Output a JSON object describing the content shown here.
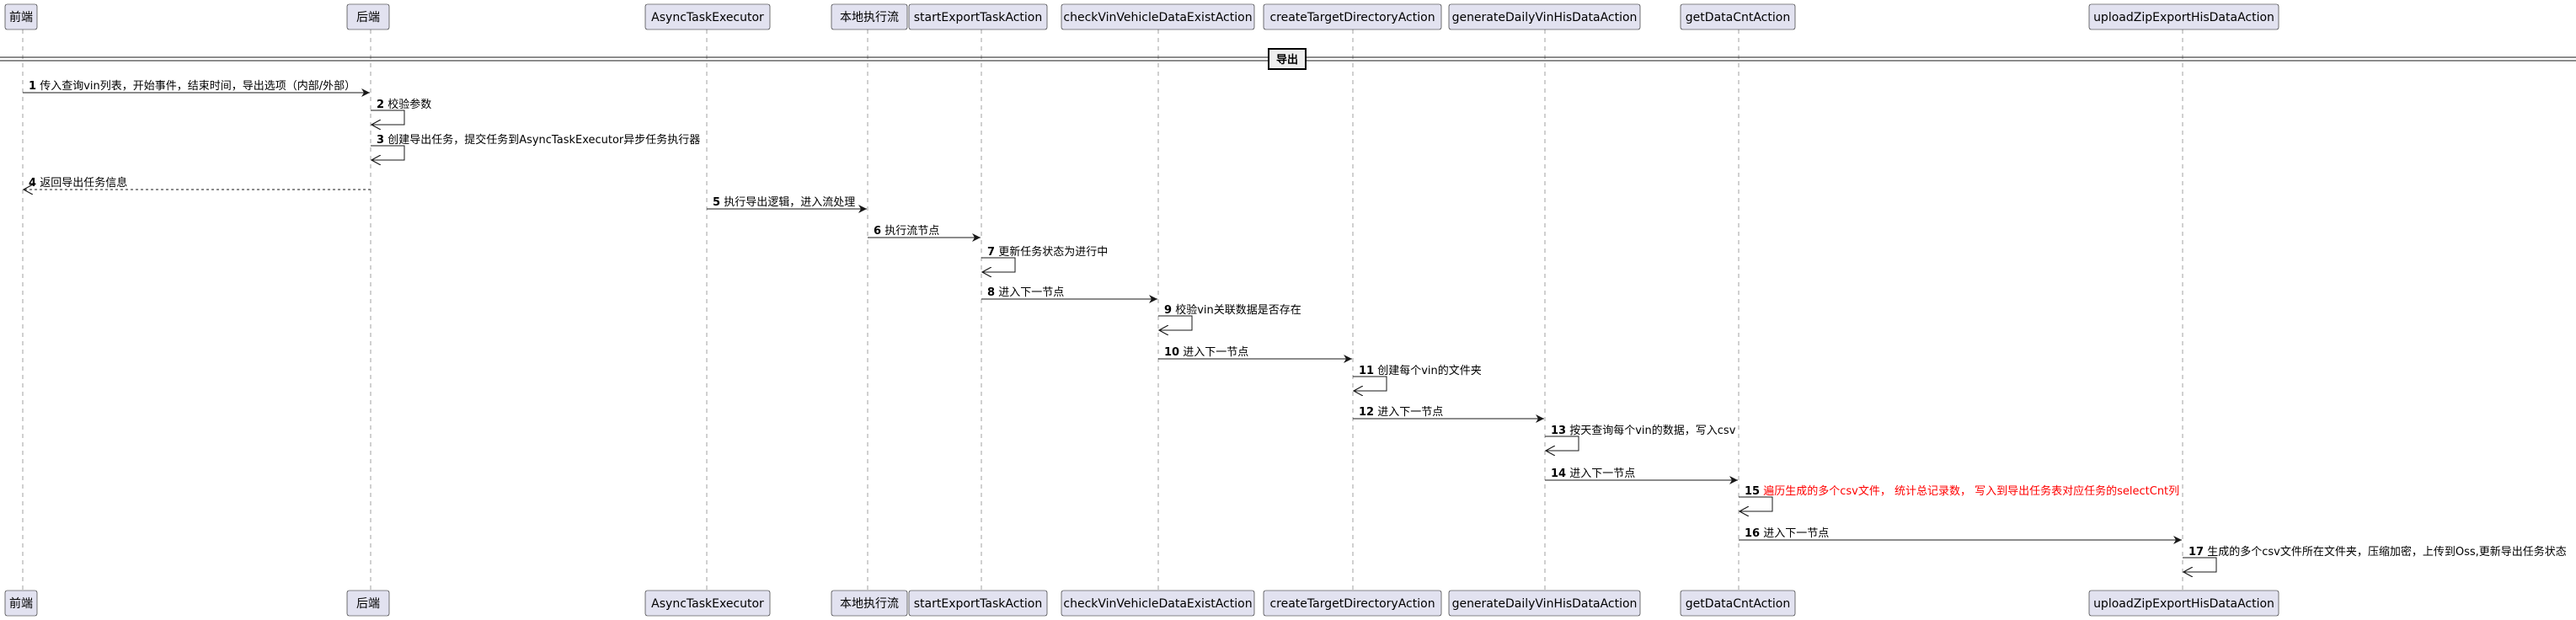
{
  "colors": {
    "participant_fill": "#E2E2F0",
    "participant_border": "#181818",
    "lifeline": "#A0A0A0",
    "message": "#181818",
    "highlight_text": "#FF0000"
  },
  "participants": [
    "前端",
    "后端",
    "AsyncTaskExecutor",
    "本地执行流",
    "startExportTaskAction",
    "checkVinVehicleDataExistAction",
    "createTargetDirectoryAction",
    "generateDailyVinHisDataAction",
    "getDataCntAction",
    "uploadZipExportHisDataAction"
  ],
  "group_label": "导出",
  "messages": [
    {
      "num": "1",
      "text": "传入查询vin列表，开始事件，结束时间，导出选项（内部/外部）",
      "from": 0,
      "to": 1,
      "style": "solid"
    },
    {
      "num": "2",
      "text": "校验参数",
      "from": 1,
      "to": 1,
      "style": "solid"
    },
    {
      "num": "3",
      "text": "创建导出任务，提交任务到AsyncTaskExecutor异步任务执行器",
      "from": 1,
      "to": 1,
      "style": "solid"
    },
    {
      "num": "4",
      "text": "返回导出任务信息",
      "from": 1,
      "to": 0,
      "style": "dashed"
    },
    {
      "num": "5",
      "text": "执行导出逻辑，进入流处理",
      "from": 2,
      "to": 3,
      "style": "solid"
    },
    {
      "num": "6",
      "text": "执行流节点",
      "from": 3,
      "to": 4,
      "style": "solid"
    },
    {
      "num": "7",
      "text": "更新任务状态为进行中",
      "from": 4,
      "to": 4,
      "style": "solid"
    },
    {
      "num": "8",
      "text": "进入下一节点",
      "from": 4,
      "to": 5,
      "style": "solid"
    },
    {
      "num": "9",
      "text": "校验vin关联数据是否存在",
      "from": 5,
      "to": 5,
      "style": "solid"
    },
    {
      "num": "10",
      "text": "进入下一节点",
      "from": 5,
      "to": 6,
      "style": "solid"
    },
    {
      "num": "11",
      "text": "创建每个vin的文件夹",
      "from": 6,
      "to": 6,
      "style": "solid"
    },
    {
      "num": "12",
      "text": "进入下一节点",
      "from": 6,
      "to": 7,
      "style": "solid"
    },
    {
      "num": "13",
      "text": "按天查询每个vin的数据，写入csv",
      "from": 7,
      "to": 7,
      "style": "solid"
    },
    {
      "num": "14",
      "text": "进入下一节点",
      "from": 7,
      "to": 8,
      "style": "solid"
    },
    {
      "num": "15",
      "text": "遍历生成的多个csv文件， 统计总记录数， 写入到导出任务表对应任务的selectCnt列",
      "from": 8,
      "to": 8,
      "style": "solid",
      "highlight": true
    },
    {
      "num": "16",
      "text": "进入下一节点",
      "from": 8,
      "to": 9,
      "style": "solid"
    },
    {
      "num": "17",
      "text": "生成的多个csv文件所在文件夹，压缩加密，上传到Oss,更新导出任务状态",
      "from": 9,
      "to": 9,
      "style": "solid"
    }
  ]
}
